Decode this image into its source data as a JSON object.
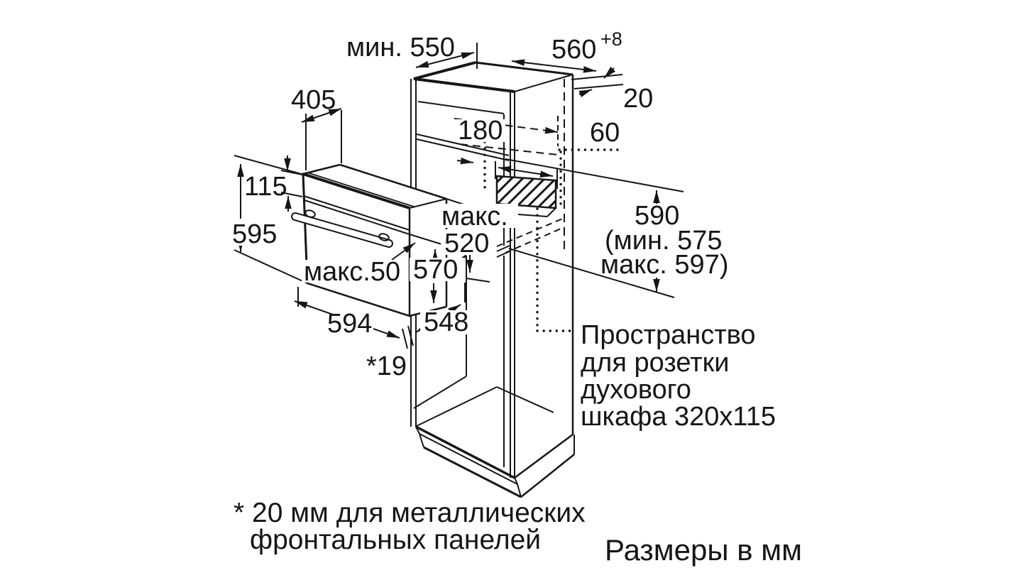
{
  "page": {
    "background": "#ffffff",
    "ink": "#161616"
  },
  "dimensions": {
    "min_depth": "мин. 550",
    "niche_width": "560",
    "niche_width_tolerance": "+8",
    "metal_front": "20",
    "oven_top_depth": "405",
    "top_gap": "180",
    "back_clearance": "60",
    "panel_height": "115",
    "oven_height": "595",
    "max_label": "макс.",
    "max_body_depth": "520",
    "door_height": "570",
    "max_protrusion": "макс.50",
    "oven_width": "594",
    "body_width": "548",
    "front_offset": "*19",
    "niche_height": "590",
    "niche_height_min": "(мин. 575",
    "niche_height_max": "макс. 597)"
  },
  "socket_note": {
    "line1": "Пространство",
    "line2": "для розетки",
    "line3": "духового",
    "line4": "шкафа 320x115"
  },
  "notes": {
    "footnote_line1": "* 20 мм для металлических",
    "footnote_line2": "фронтальных панелей",
    "units": "Размеры в мм"
  }
}
